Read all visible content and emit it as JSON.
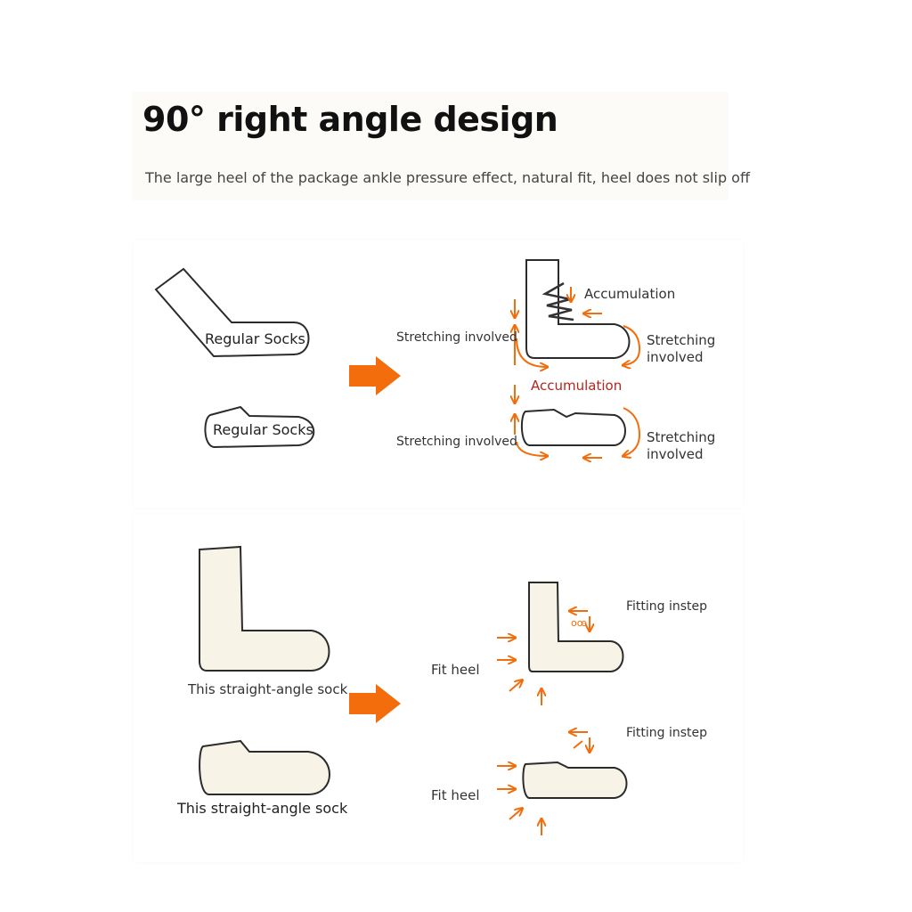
{
  "header": {
    "title": "90° right angle design",
    "subtitle": "The large heel of the package ankle pressure effect, natural fit, heel does not slip off"
  },
  "top_section": {
    "regular_socks_crew_label": "Regular Socks",
    "regular_socks_low_label": "Regular Socks",
    "crew": {
      "accumulation": "Accumulation",
      "stretching_left": "Stretching involved",
      "stretching_right": "Stretching involved"
    },
    "accumulation_red": "Accumulation",
    "low": {
      "stretching_left": "Stretching involved",
      "stretching_right": "Stretching involved"
    }
  },
  "bottom_section": {
    "straight_sock_crew_label": "This straight-angle sock",
    "straight_sock_low_label": "This straight-angle sock",
    "crew": {
      "fitting_instep": "Fitting instep",
      "fit_heel": "Fit heel"
    },
    "low": {
      "fitting_instep": "Fitting instep",
      "fit_heel": "Fit heel"
    }
  },
  "colors": {
    "accent_orange": "#f36d0c",
    "outline": "#2b2b2b",
    "sock_fill": "#f7f3e7",
    "accumulation_red": "#b3261e"
  }
}
